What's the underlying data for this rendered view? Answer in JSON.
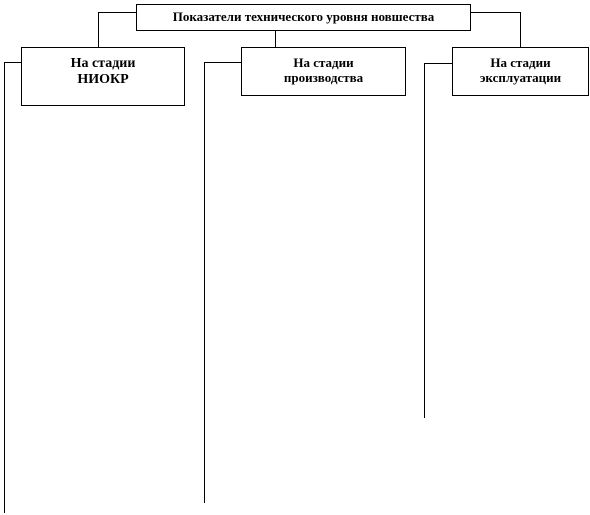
{
  "diagram": {
    "root": {
      "label": "Показатели технического уровня новшества"
    },
    "stages": [
      {
        "line1": "На стадии",
        "line2": "НИОКР"
      },
      {
        "line1": "На стадии",
        "line2": "производства"
      },
      {
        "line1": "На стадии",
        "line2": "эксплуатации"
      }
    ]
  }
}
